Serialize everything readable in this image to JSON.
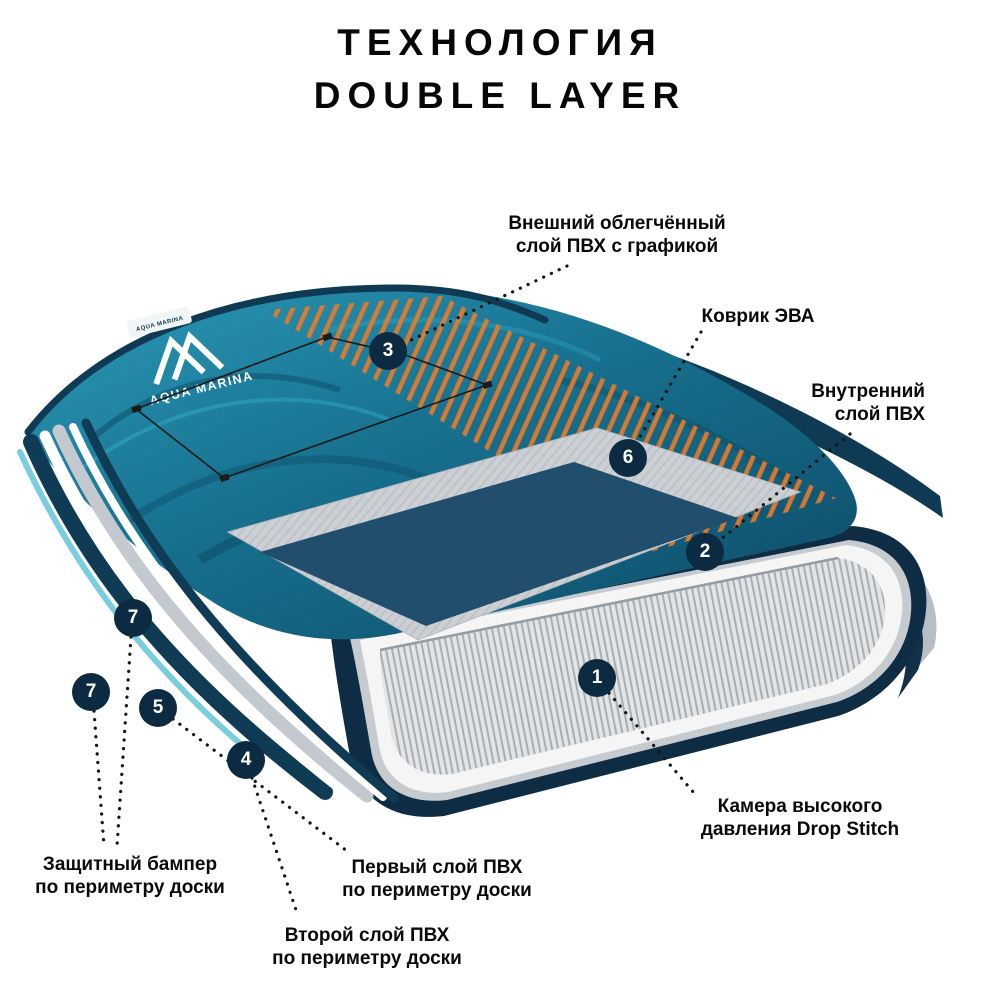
{
  "title": {
    "line1": "ТЕХНОЛОГИЯ",
    "line2": "DOUBLE LAYER"
  },
  "brand": {
    "logo_text": "AQUA MARINA",
    "patch_text": "AQUA MARINA"
  },
  "callouts": {
    "drop_stitch": {
      "number": "1",
      "lines": [
        "Камера высокого",
        "давления Drop Stitch"
      ]
    },
    "inner_pvc": {
      "number": "2",
      "lines": [
        "Внутренний",
        "слой ПВХ"
      ]
    },
    "outer_pvc": {
      "number": "3",
      "lines": [
        "Внешний облегчённый",
        "слой ПВХ с графикой"
      ]
    },
    "second_pvc": {
      "number": "4",
      "lines": [
        "Второй слой ПВХ",
        "по периметру доски"
      ]
    },
    "first_pvc": {
      "number": "5",
      "lines": [
        "Первый слой ПВХ",
        "по периметру доски"
      ]
    },
    "eva": {
      "number": "6",
      "lines": [
        "Коврик ЭВА"
      ]
    },
    "bumper": {
      "number": "7",
      "lines": [
        "Защитный бампер",
        "по периметру доски"
      ]
    }
  },
  "colors": {
    "accent_orange": "#e87a28",
    "deck_teal": "#1b7f9f",
    "navy": "#0e2c44",
    "callout_bg": "#0c2b42",
    "core_gray": "#e2e4e6",
    "mat_gray": "#ccd0d4"
  }
}
